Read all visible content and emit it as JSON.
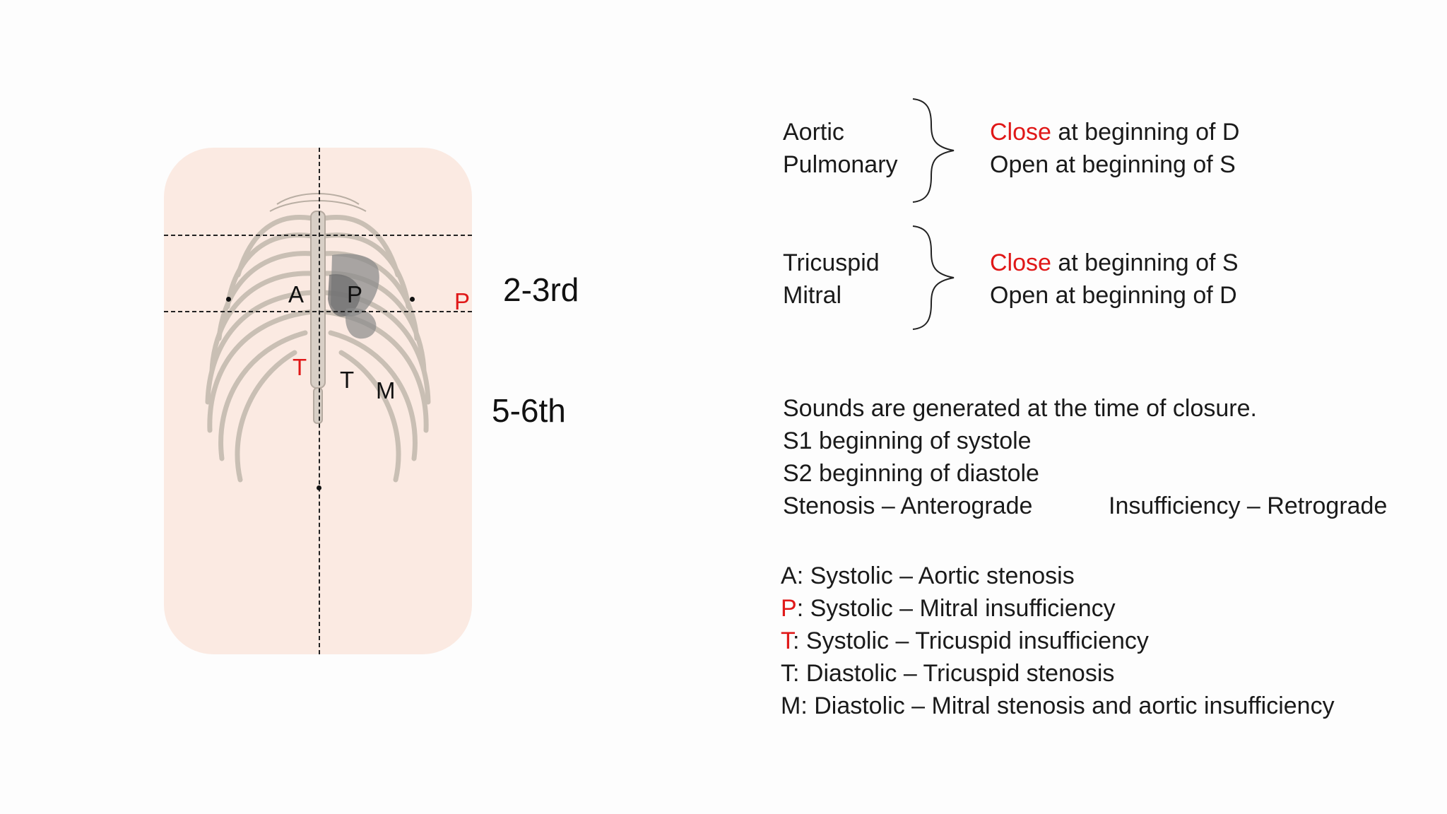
{
  "diagram": {
    "markers": {
      "a": "A",
      "p_left": "P",
      "p_right": "P",
      "t_red": "T",
      "t_black": "T",
      "m": "M"
    },
    "levels": {
      "upper": "2-3rd",
      "lower": "5-6th"
    },
    "colors": {
      "highlight": "#e01818",
      "panel": "#fbeae2"
    }
  },
  "valves": {
    "semilunar": {
      "names": [
        "Aortic",
        "Pulmonary"
      ],
      "close_word": "Close",
      "close_rest": " at beginning of D",
      "open_line": "Open at beginning of S"
    },
    "av": {
      "names": [
        "Tricuspid",
        "Mitral"
      ],
      "close_word": "Close",
      "close_rest": " at beginning of S",
      "open_line": "Open at beginning of D"
    }
  },
  "sounds": {
    "line1": "Sounds are generated at the time of closure.",
    "line2": "S1 beginning of systole",
    "line3": "S2 beginning of diastole",
    "stenosis": "Stenosis – Anterograde",
    "insufficiency": "Insufficiency – Retrograde"
  },
  "murmurs": [
    {
      "key": "A",
      "key_red": false,
      "rest": ": Systolic – Aortic stenosis"
    },
    {
      "key": "P",
      "key_red": true,
      "rest": ": Systolic – Mitral insufficiency"
    },
    {
      "key": "T",
      "key_red": true,
      "rest": ": Systolic – Tricuspid insufficiency"
    },
    {
      "key": "T",
      "key_red": false,
      "rest": ": Diastolic – Tricuspid stenosis"
    },
    {
      "key": "M",
      "key_red": false,
      "rest": ": Diastolic – Mitral stenosis and aortic insufficiency"
    }
  ]
}
